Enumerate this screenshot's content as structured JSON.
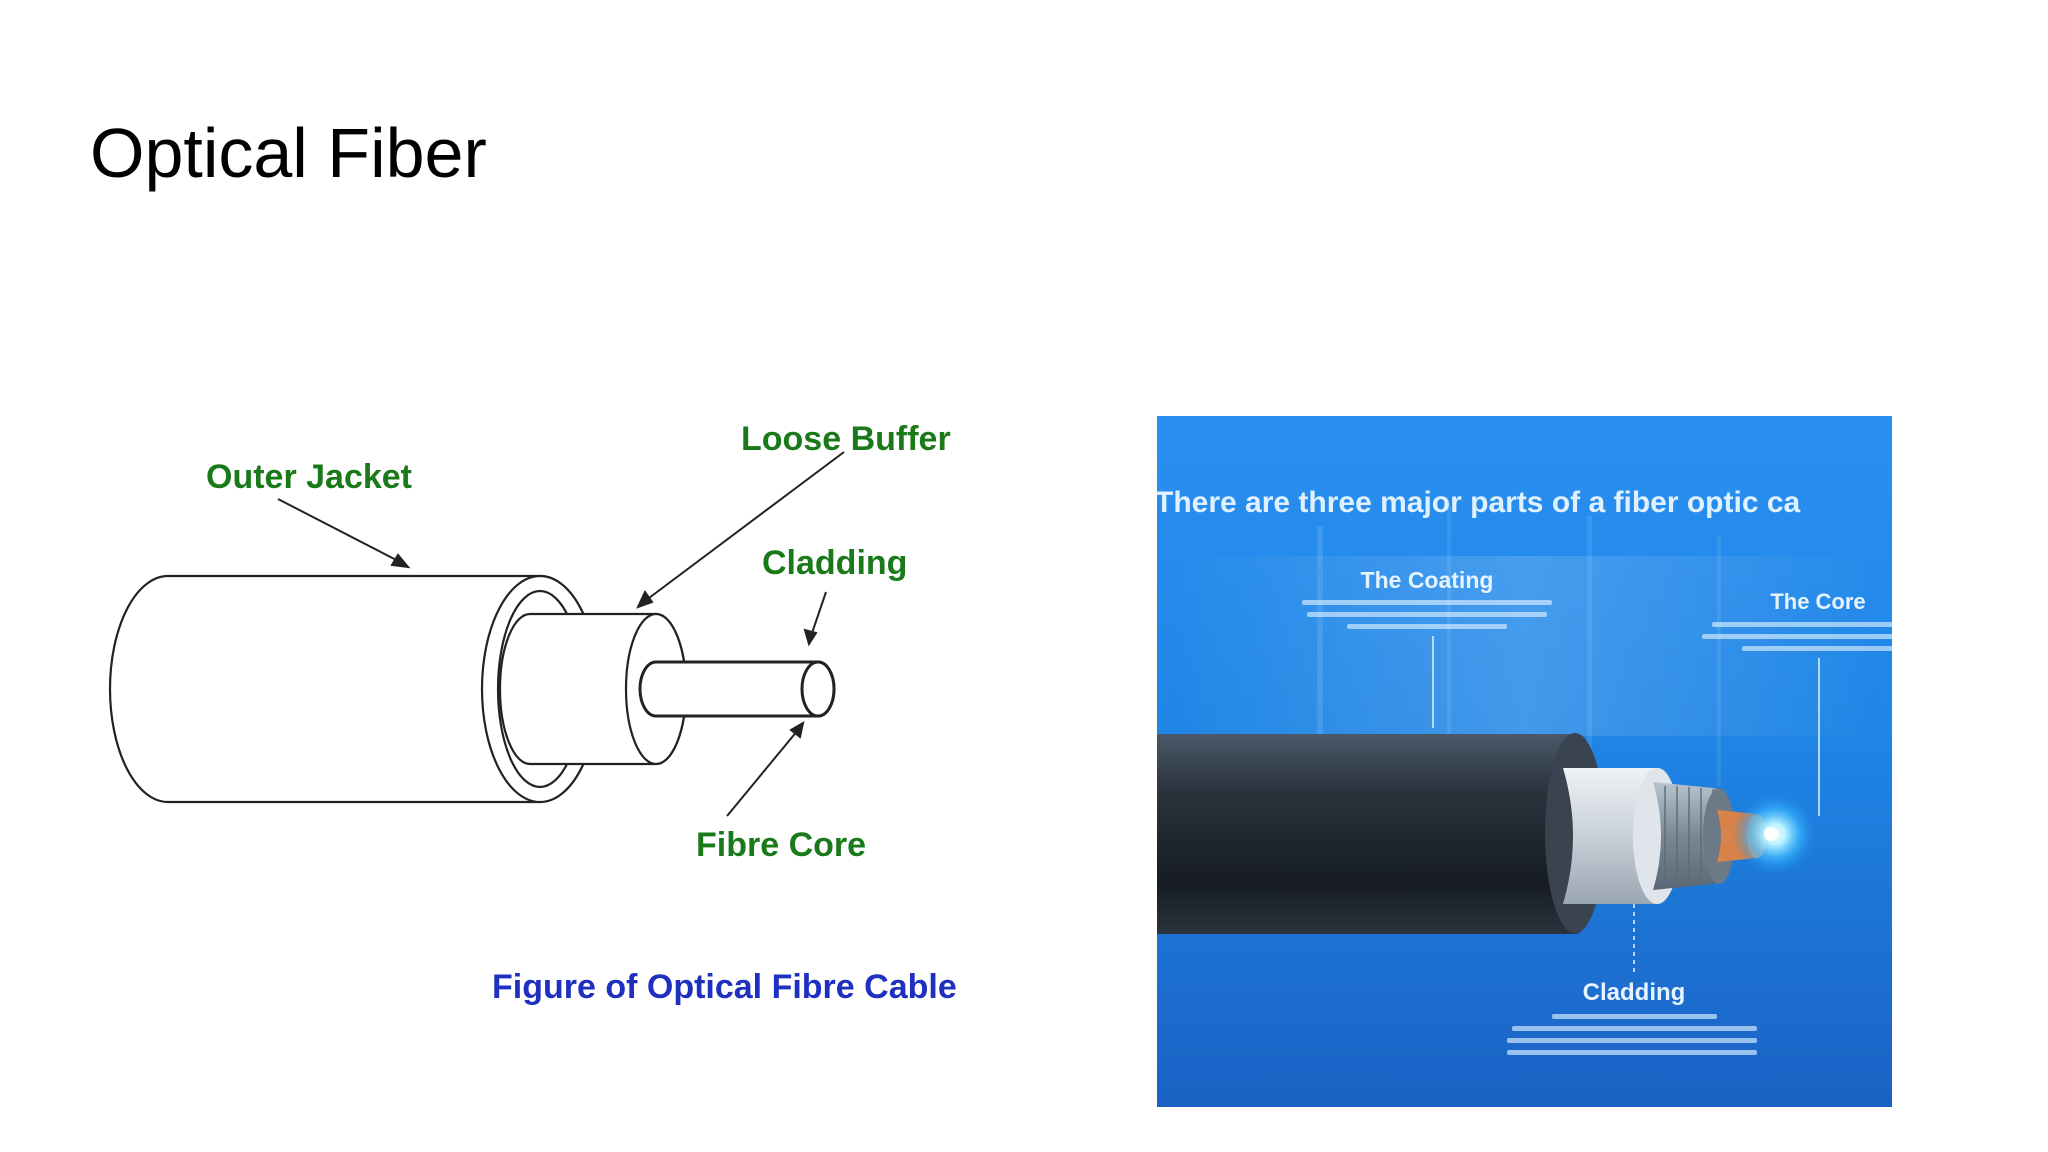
{
  "slide": {
    "title": "Optical Fiber"
  },
  "left_figure": {
    "labels": {
      "outer_jacket": "Outer Jacket",
      "loose_buffer": "Loose Buffer",
      "cladding": "Cladding",
      "fibre_core": "Fibre Core"
    },
    "caption": "Figure of Optical Fibre Cable",
    "colors": {
      "label_green": "#1a7a1a",
      "caption_blue": "#1f2fbf",
      "line": "#222222"
    }
  },
  "right_figure": {
    "headline": "There are three major parts of a fiber optic ca",
    "parts": {
      "coating_title": "The Coating",
      "core_title": "The Core",
      "cladding_title": "Cladding"
    },
    "colors": {
      "background_top": "#1e88e5",
      "background_bottom": "#1565c0",
      "cable_dark": "#2b3440",
      "glow": "#7fe0ff"
    }
  }
}
